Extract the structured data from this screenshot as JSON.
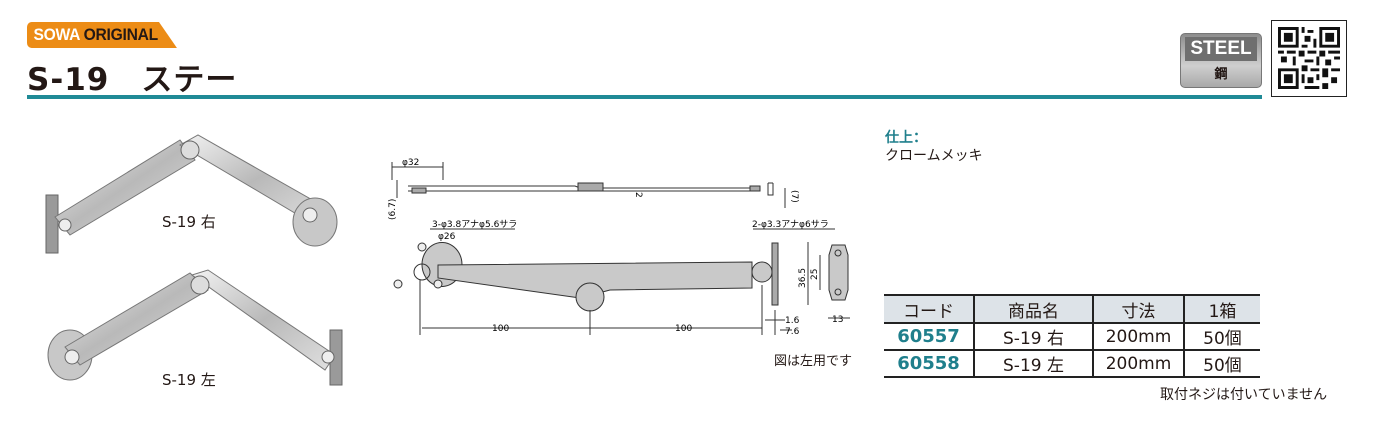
{
  "header": {
    "brand_tag_white": "SOWA",
    "brand_tag_dark": "ORIGINAL",
    "title": "S-19　ステー",
    "material_en": "STEEL",
    "material_jp": "鋼"
  },
  "photos": [
    {
      "label": "S-19 右"
    },
    {
      "label": "S-19 左"
    }
  ],
  "drawing": {
    "dims": {
      "phi32": "φ32",
      "h67": "(6.7)",
      "t2": "2",
      "h7": "(7)",
      "holes_left": "3-φ3.8アナφ5.6サラ",
      "phi26": "φ26",
      "holes_right": "2-φ3.3アナφ6サラ",
      "d365": "36.5",
      "d25": "25",
      "d100a": "100",
      "d100b": "100",
      "d16": "1.6",
      "d76": "7.6",
      "d13": "13"
    },
    "note": "図は左用です"
  },
  "finish": {
    "label": "仕上：",
    "value": "クロームメッキ"
  },
  "table": {
    "headers": [
      "コード",
      "商品名",
      "寸法",
      "1箱"
    ],
    "rows": [
      [
        "60557",
        "S-19 右",
        "200mm",
        "50個"
      ],
      [
        "60558",
        "S-19 左",
        "200mm",
        "50個"
      ]
    ]
  },
  "footnote": "取付ネジは付いていません",
  "colors": {
    "accent": "#1f8a96",
    "tag": "#ec8c16"
  }
}
